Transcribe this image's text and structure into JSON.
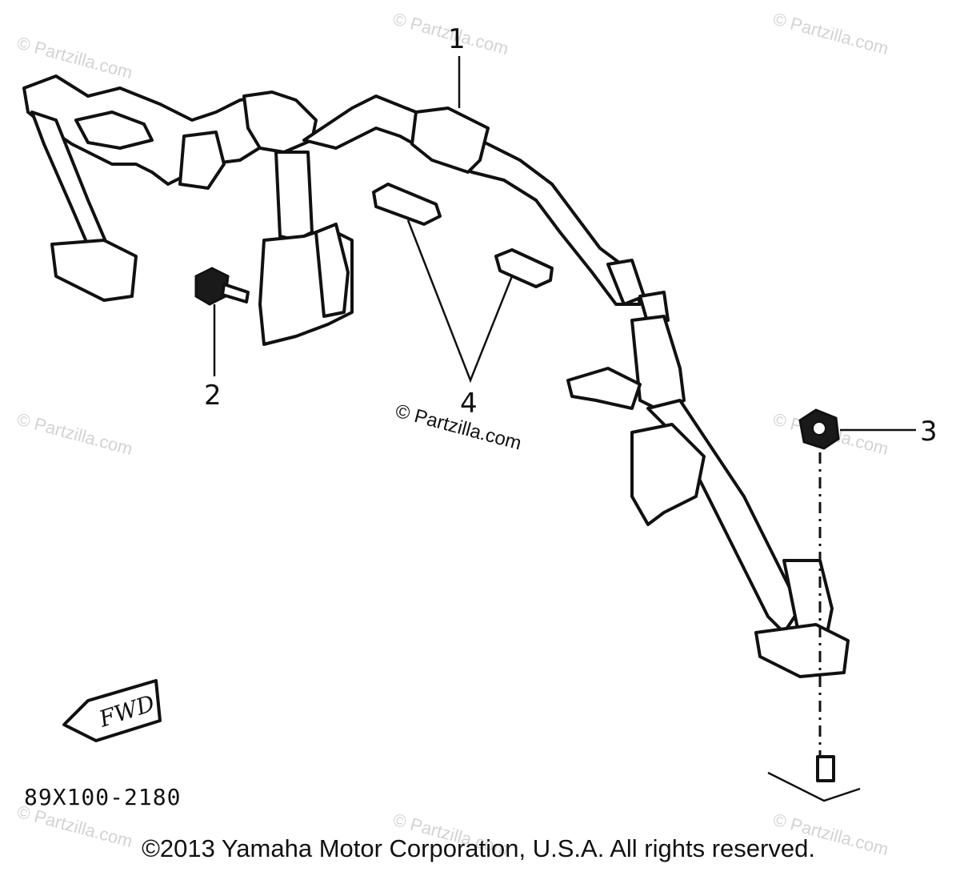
{
  "watermark": "© Partzilla.com",
  "callouts": [
    "1",
    "2",
    "3",
    "4"
  ],
  "direction_label": "FWD",
  "diagram_code": "89X100-2180",
  "copyright": "©2013 Yamaha Motor Corporation, U.S.A. All rights reserved."
}
